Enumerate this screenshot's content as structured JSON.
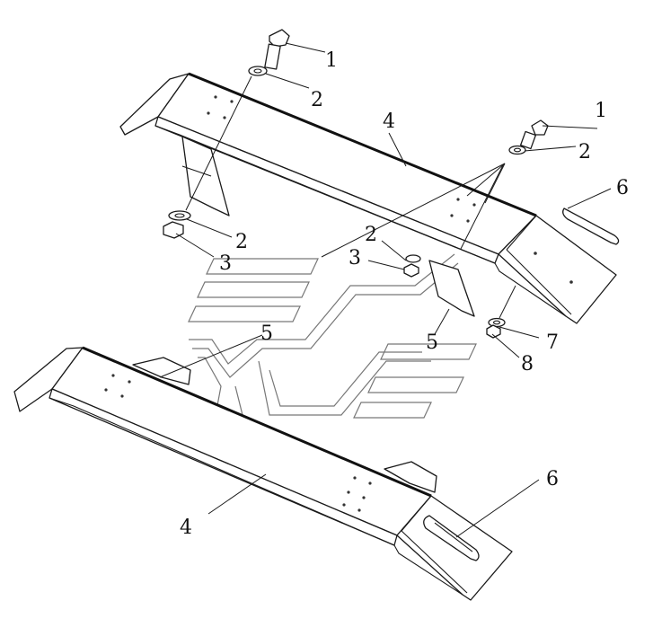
{
  "figure": {
    "type": "exploded-assembly-drawing",
    "part_count": 8
  },
  "callouts": [
    {
      "id": "c1a",
      "label": "1"
    },
    {
      "id": "c2a",
      "label": "2"
    },
    {
      "id": "c4a",
      "label": "4"
    },
    {
      "id": "c1b",
      "label": "1"
    },
    {
      "id": "c2b",
      "label": "2"
    },
    {
      "id": "c6a",
      "label": "6"
    },
    {
      "id": "c2c",
      "label": "2"
    },
    {
      "id": "c3a",
      "label": "3"
    },
    {
      "id": "c2d",
      "label": "2"
    },
    {
      "id": "c3b",
      "label": "3"
    },
    {
      "id": "c5a",
      "label": "5"
    },
    {
      "id": "c5b",
      "label": "5"
    },
    {
      "id": "c7",
      "label": "7"
    },
    {
      "id": "c8",
      "label": "8"
    },
    {
      "id": "c6b",
      "label": "6"
    },
    {
      "id": "c4b",
      "label": "4"
    }
  ],
  "colors": {
    "line": "#1a1a1a",
    "background": "#ffffff",
    "watermark": "#777777"
  }
}
